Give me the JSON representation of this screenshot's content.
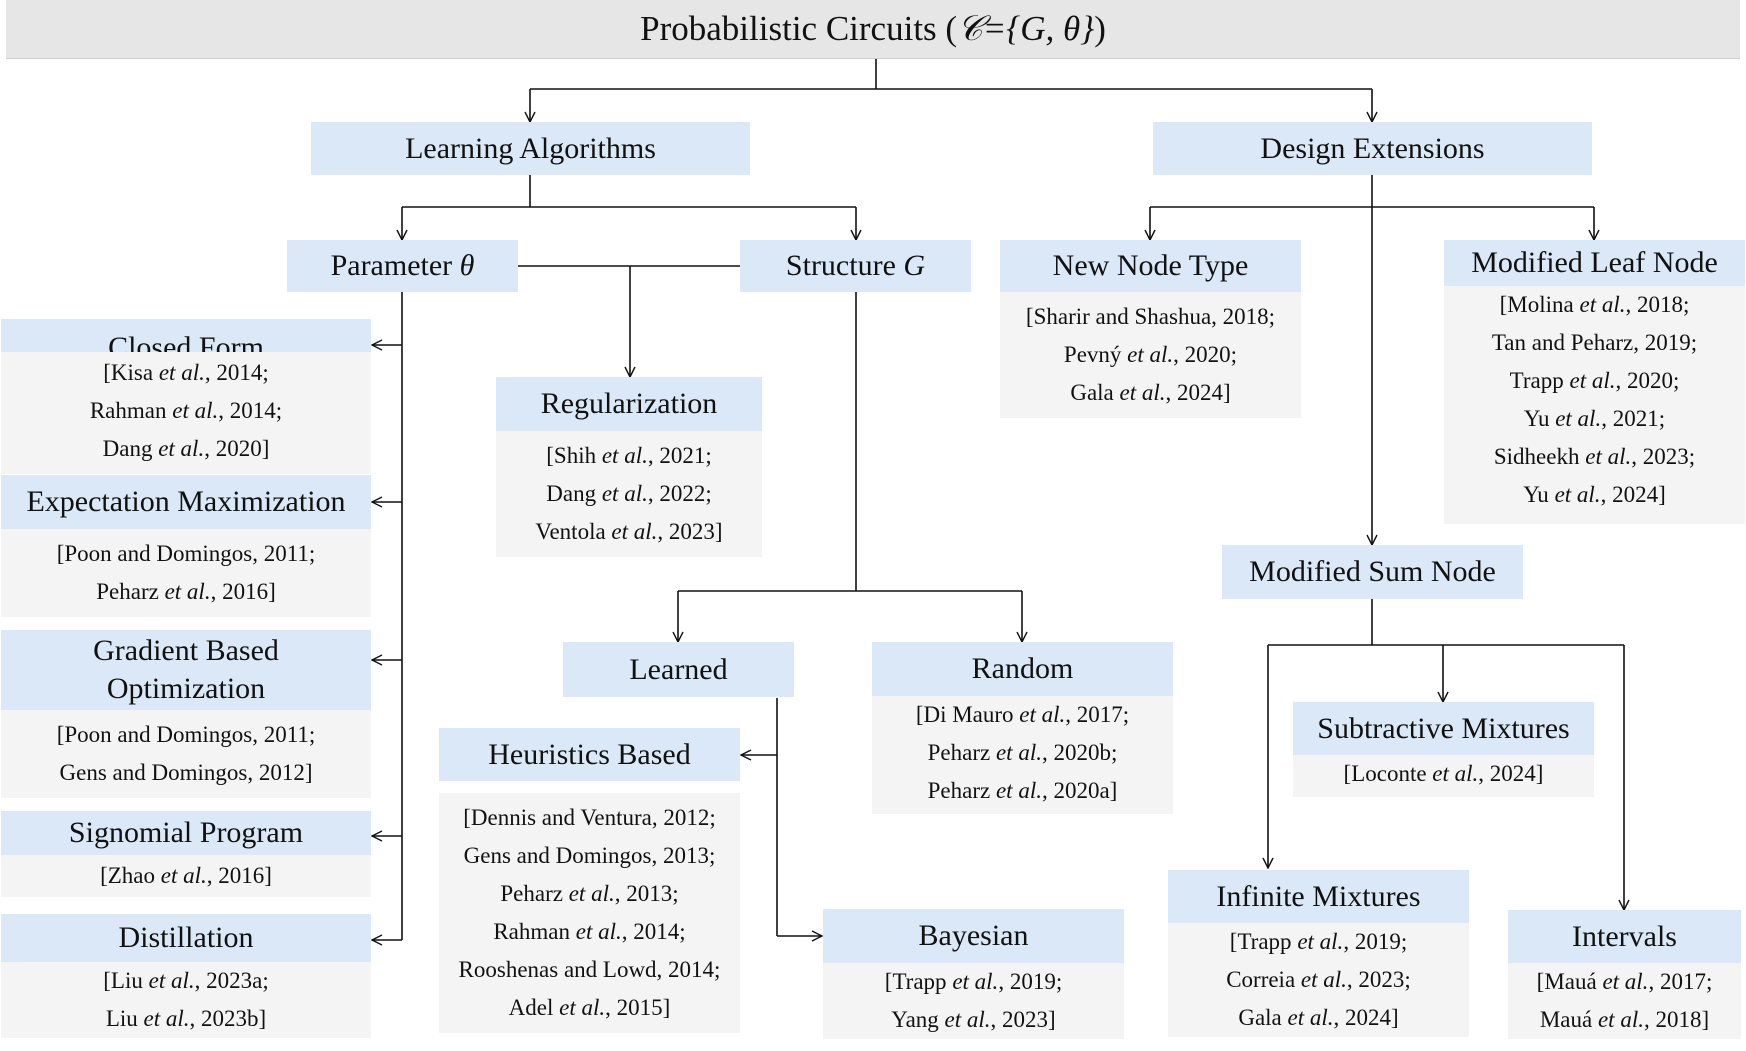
{
  "root": {
    "title_prefix": "Probabilistic Circuits (",
    "title_math": "𝒞={G, θ}",
    "title_suffix": ")"
  },
  "nodes": {
    "learning": {
      "label": "Learning Algorithms"
    },
    "design": {
      "label": "Design Extensions"
    },
    "parameter": {
      "label": "Parameter",
      "symbol": "θ"
    },
    "structure": {
      "label": "Structure",
      "symbol": "G"
    },
    "closed_form": {
      "label": "Closed Form",
      "refs": [
        {
          "a": "[Kisa",
          "b": "et al.",
          "c": ", 2014;"
        },
        {
          "a": "Rahman",
          "b": "et al.",
          "c": ", 2014;"
        },
        {
          "a": "Dang",
          "b": "et al.",
          "c": ", 2020]"
        }
      ]
    },
    "em": {
      "label": "Expectation Maximization",
      "refs": [
        {
          "a": "[Poon and Domingos, 2011;",
          "b": "",
          "c": ""
        },
        {
          "a": "Peharz",
          "b": "et al.",
          "c": ", 2016]"
        }
      ]
    },
    "gradient": {
      "label_line1": "Gradient Based",
      "label_line2": "Optimization",
      "refs": [
        {
          "a": "[Poon and Domingos, 2011;",
          "b": "",
          "c": ""
        },
        {
          "a": "Gens and Domingos, 2012]",
          "b": "",
          "c": ""
        }
      ]
    },
    "signomial": {
      "label": "Signomial Program",
      "refs": [
        {
          "a": "[Zhao",
          "b": "et al.",
          "c": ", 2016]"
        }
      ]
    },
    "distillation": {
      "label": "Distillation",
      "refs": [
        {
          "a": "[Liu",
          "b": "et al.",
          "c": ", 2023a;"
        },
        {
          "a": "Liu",
          "b": "et al.",
          "c": ", 2023b]"
        }
      ]
    },
    "regularization": {
      "label": "Regularization",
      "refs": [
        {
          "a": "[Shih",
          "b": "et al.",
          "c": ", 2021;"
        },
        {
          "a": "Dang",
          "b": "et al.",
          "c": ", 2022;"
        },
        {
          "a": "Ventola",
          "b": "et al.",
          "c": ", 2023]"
        }
      ]
    },
    "learned": {
      "label": "Learned"
    },
    "random": {
      "label": "Random",
      "refs": [
        {
          "a": "[Di Mauro",
          "b": "et al.",
          "c": ", 2017;"
        },
        {
          "a": "Peharz",
          "b": "et al.",
          "c": ", 2020b;"
        },
        {
          "a": "Peharz",
          "b": "et al.",
          "c": ", 2020a]"
        }
      ]
    },
    "heuristics": {
      "label": "Heuristics Based",
      "refs": [
        {
          "a": "[Dennis and Ventura, 2012;",
          "b": "",
          "c": ""
        },
        {
          "a": "Gens and Domingos, 2013;",
          "b": "",
          "c": ""
        },
        {
          "a": "Peharz",
          "b": "et al.",
          "c": ", 2013;"
        },
        {
          "a": "Rahman",
          "b": "et al.",
          "c": ", 2014;"
        },
        {
          "a": "Rooshenas and Lowd, 2014;",
          "b": "",
          "c": ""
        },
        {
          "a": "Adel",
          "b": "et al.",
          "c": ", 2015]"
        }
      ]
    },
    "bayesian": {
      "label": "Bayesian",
      "refs": [
        {
          "a": "[Trapp",
          "b": "et al.",
          "c": ", 2019;"
        },
        {
          "a": "Yang",
          "b": "et al.",
          "c": ", 2023]"
        }
      ]
    },
    "new_node": {
      "label": "New Node Type",
      "refs": [
        {
          "a": "[Sharir and Shashua, 2018;",
          "b": "",
          "c": ""
        },
        {
          "a": "Pevný",
          "b": "et al.",
          "c": ", 2020;"
        },
        {
          "a": "Gala",
          "b": "et al.",
          "c": ", 2024]"
        }
      ]
    },
    "leaf": {
      "label": "Modified Leaf Node",
      "refs": [
        {
          "a": "[Molina",
          "b": "et al.",
          "c": ", 2018;"
        },
        {
          "a": "Tan and Peharz, 2019;",
          "b": "",
          "c": ""
        },
        {
          "a": "Trapp",
          "b": "et al.",
          "c": ", 2020;"
        },
        {
          "a": "Yu",
          "b": "et al.",
          "c": ", 2021;"
        },
        {
          "a": "Sidheekh",
          "b": "et al.",
          "c": ", 2023;"
        },
        {
          "a": "Yu",
          "b": "et al.",
          "c": ", 2024]"
        }
      ]
    },
    "sum": {
      "label": "Modified Sum Node"
    },
    "subtractive": {
      "label": "Subtractive Mixtures",
      "refs": [
        {
          "a": "[Loconte",
          "b": "et al.",
          "c": ", 2024]"
        }
      ]
    },
    "infinite": {
      "label": "Infinite Mixtures",
      "refs": [
        {
          "a": "[Trapp",
          "b": "et al.",
          "c": ", 2019;"
        },
        {
          "a": "Correia",
          "b": "et al.",
          "c": ", 2023;"
        },
        {
          "a": "Gala",
          "b": "et al.",
          "c": ", 2024]"
        }
      ]
    },
    "intervals": {
      "label": "Intervals",
      "refs": [
        {
          "a": "[Mauá",
          "b": "et al.",
          "c": ", 2017;"
        },
        {
          "a": "Mauá",
          "b": "et al.",
          "c": ", 2018]"
        }
      ]
    }
  }
}
